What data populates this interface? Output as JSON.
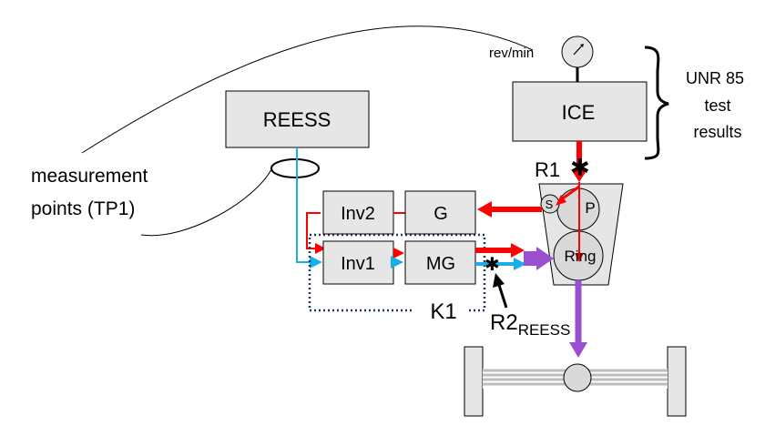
{
  "labels": {
    "reess": "REESS",
    "ice": "ICE",
    "inv2": "Inv2",
    "g": "G",
    "inv1": "Inv1",
    "mg": "MG",
    "s": "S",
    "p": "P",
    "ring": "Ring",
    "rpm": "rev/min",
    "unr_line1": "UNR 85",
    "unr_line2": "test",
    "unr_line3": "results",
    "measure_line1": "measurement",
    "measure_line2": "points (TP1)",
    "r1": "R1",
    "r2": "R2",
    "r2_sub": "REESS",
    "k1": "K1"
  },
  "colors": {
    "box_fill": "#e6e6e6",
    "red": "#ff0000",
    "blue": "#19aee8",
    "purple": "#9a4fd0",
    "dotted": "#1f3864"
  }
}
